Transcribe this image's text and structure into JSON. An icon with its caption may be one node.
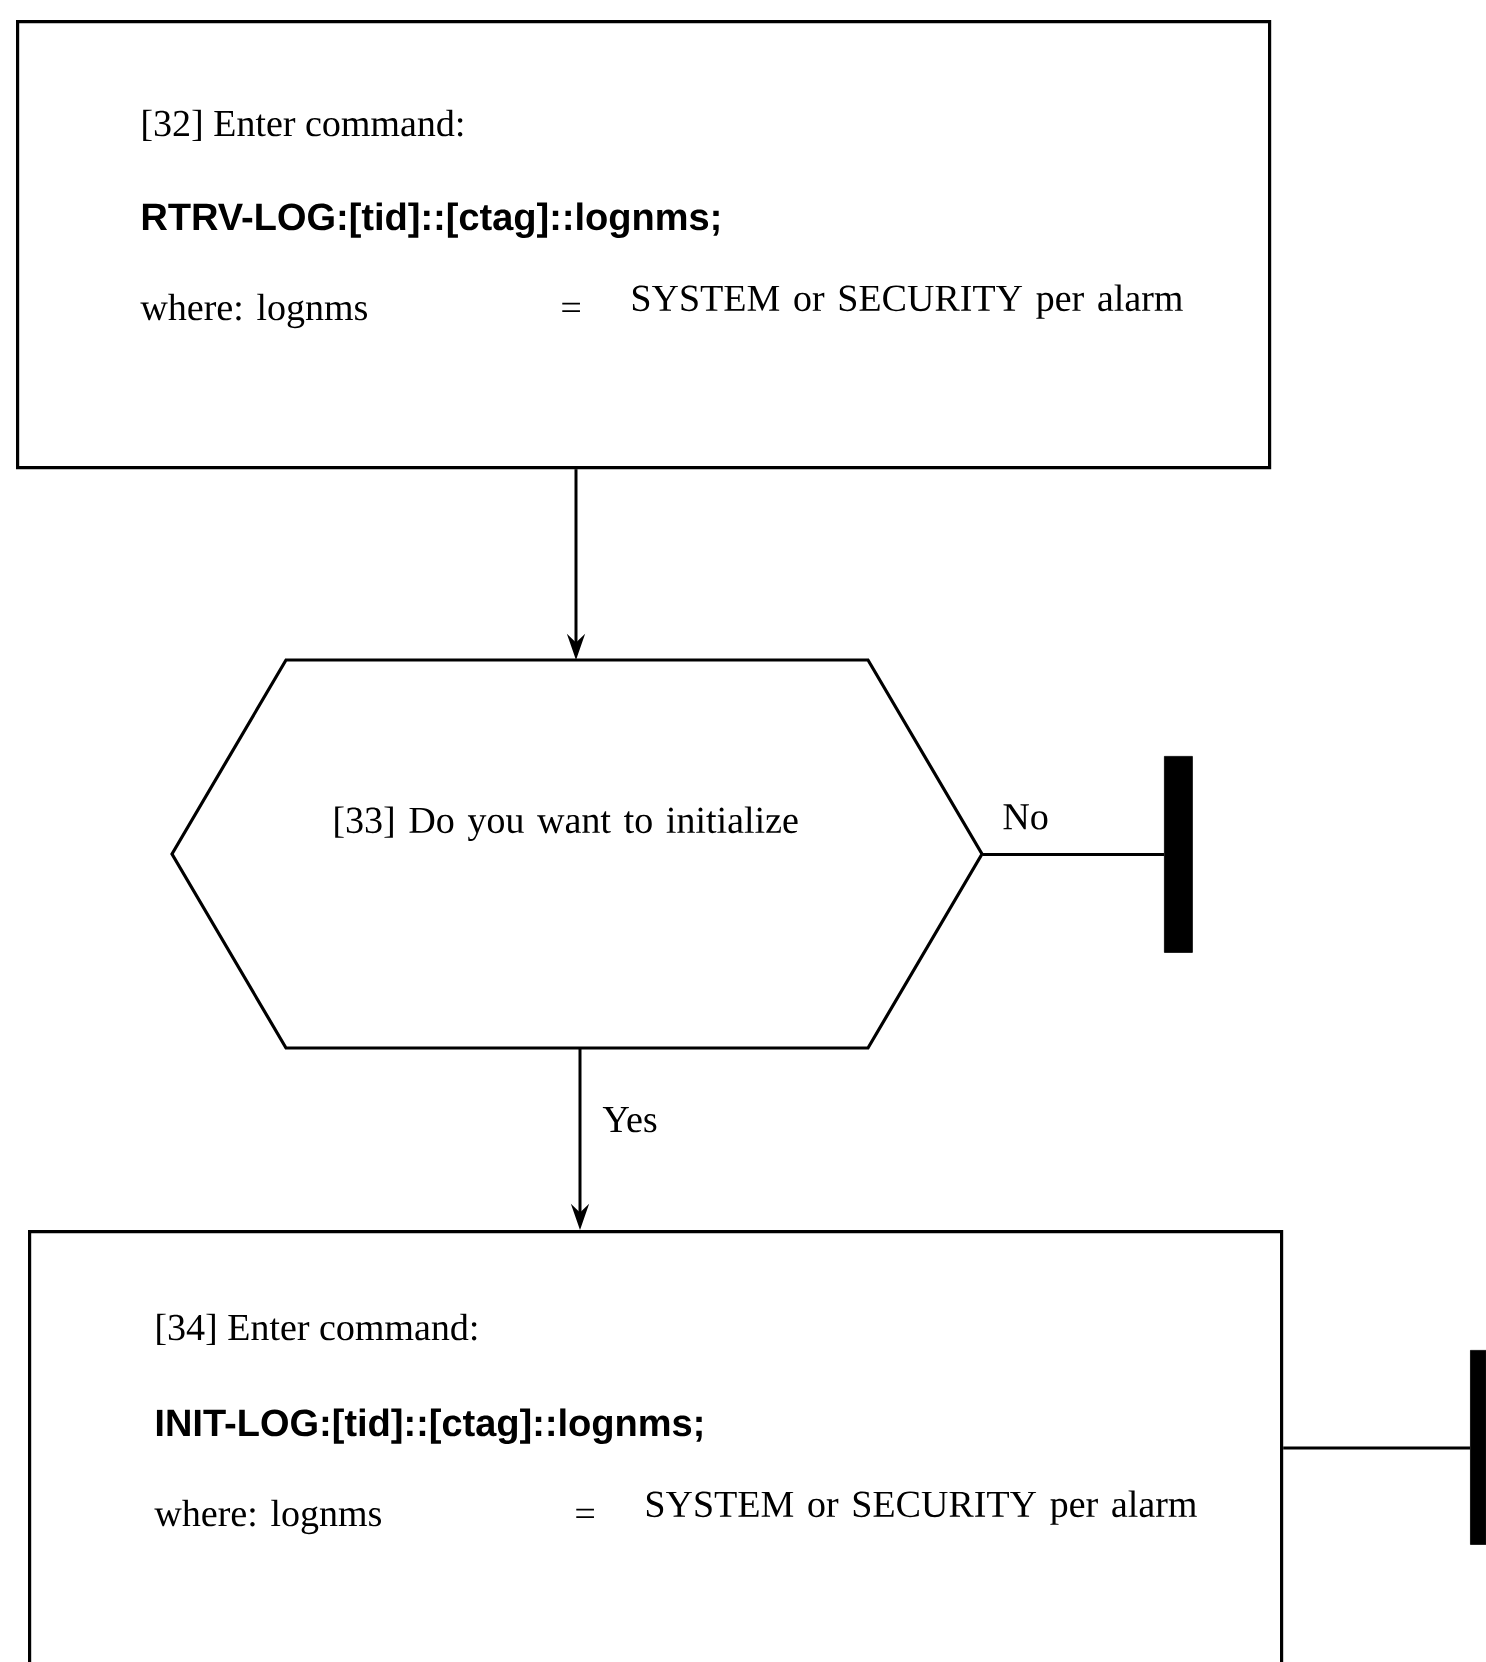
{
  "diagram": {
    "nodes": [
      {
        "text": [
          "[32] Enter command:",
          "RTRV-LOG:[tid]::[ctag]::lognms;",
          "where: lognms",
          "=",
          "SYSTEM or SECURITY per alarm"
        ]
      },
      {
        "text": [
          "[33] Do you want to initialize"
        ]
      },
      {
        "text": [],
        "shape": "bar"
      },
      {
        "text": [
          "[34] Enter command:",
          "INIT-LOG:[tid]::[ctag]::lognms;",
          "where: lognms",
          "=",
          "SYSTEM or SECURITY per alarm"
        ]
      },
      {
        "text": [],
        "shape": "bar"
      }
    ],
    "edges": [
      {
        "from": 0,
        "to": 1,
        "arrow": "to"
      },
      {
        "from": 1,
        "to": 2,
        "arrow": "none",
        "label": "No"
      },
      {
        "from": 1,
        "to": 3,
        "arrow": "to",
        "label": "Yes"
      },
      {
        "from": 3,
        "to": 4,
        "arrow": "none"
      }
    ]
  }
}
